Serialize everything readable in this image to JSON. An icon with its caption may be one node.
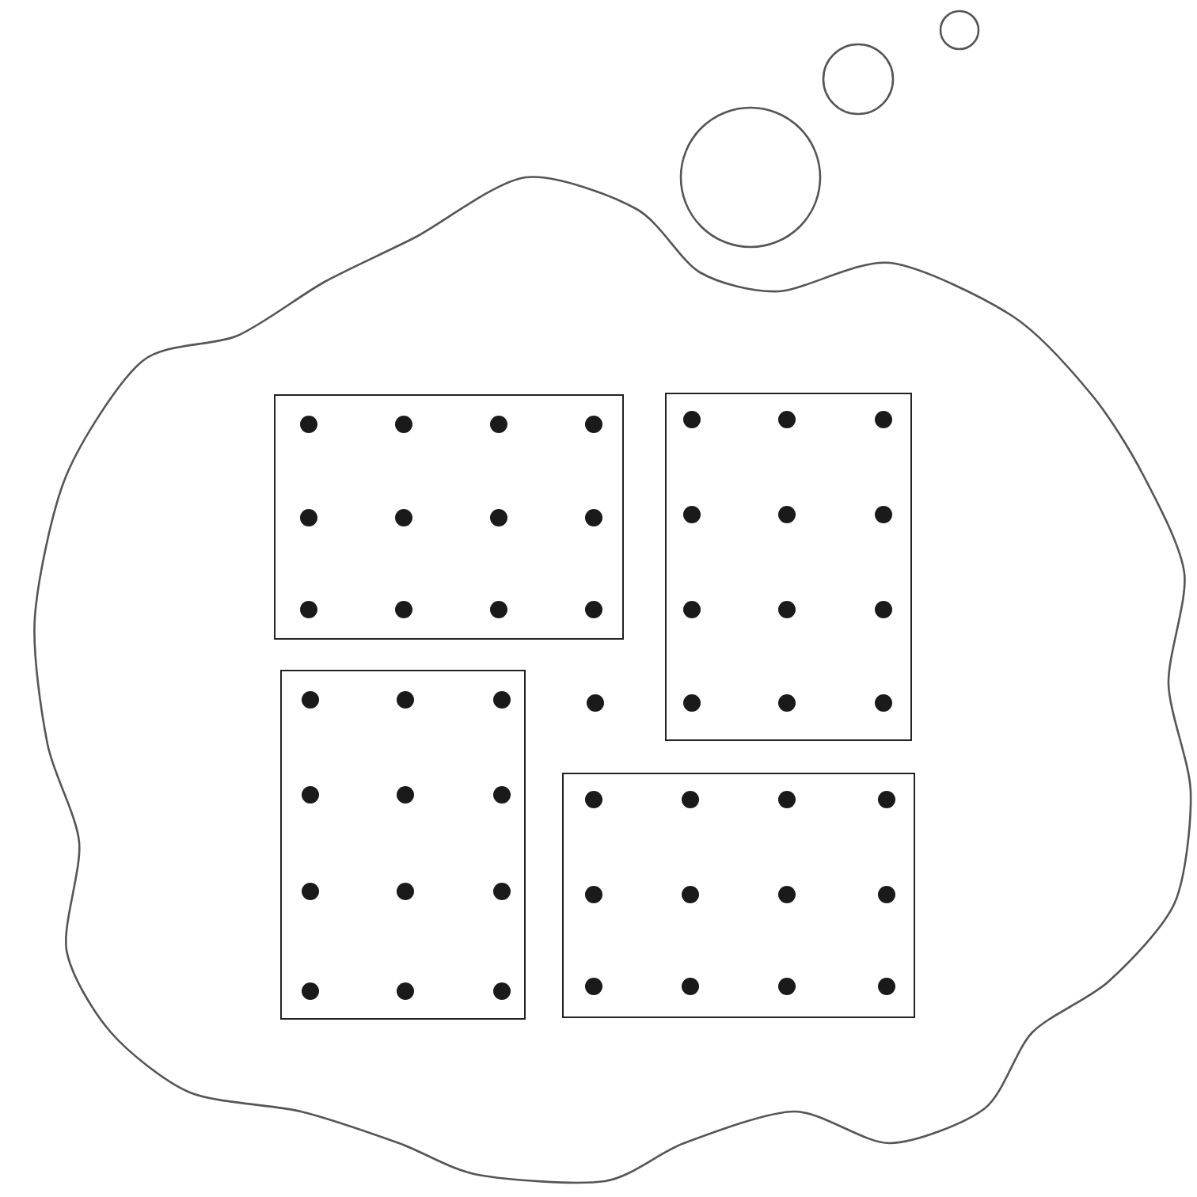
{
  "diagram": {
    "nodes": [
      {
        "text": [],
        "shape": "cloud"
      },
      {
        "text": [],
        "shape": "box",
        "in": 0
      },
      {
        "text": [],
        "shape": "box",
        "in": 0
      },
      {
        "text": [],
        "shape": "box",
        "in": 0
      },
      {
        "text": [],
        "shape": "box",
        "in": 0
      }
    ]
  }
}
